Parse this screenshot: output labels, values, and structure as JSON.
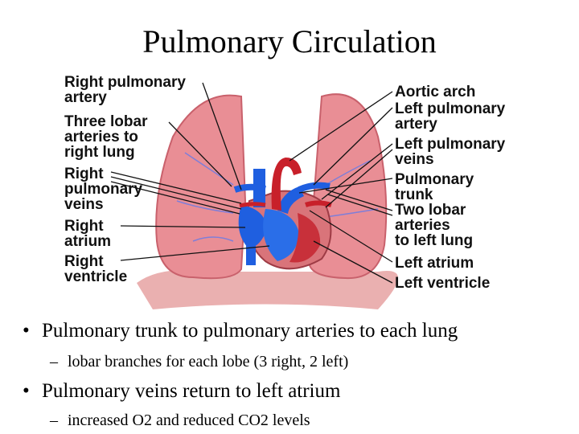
{
  "slide": {
    "title": "Pulmonary Circulation"
  },
  "figure": {
    "labels_left": [
      {
        "id": "right-pulmonary-artery",
        "lines": [
          "Right pulmonary",
          "artery"
        ]
      },
      {
        "id": "three-lobar-arteries",
        "lines": [
          "Three lobar",
          "arteries to",
          "right lung"
        ]
      },
      {
        "id": "right-pulmonary-veins",
        "lines": [
          "Right",
          "pulmonary",
          "veins"
        ]
      },
      {
        "id": "right-atrium",
        "lines": [
          "Right",
          "atrium"
        ]
      },
      {
        "id": "right-ventricle",
        "lines": [
          "Right",
          "ventricle"
        ]
      }
    ],
    "labels_right": [
      {
        "id": "aortic-arch",
        "lines": [
          "Aortic arch"
        ]
      },
      {
        "id": "left-pulmonary-artery",
        "lines": [
          "Left pulmonary",
          "artery"
        ]
      },
      {
        "id": "left-pulmonary-veins",
        "lines": [
          "Left pulmonary",
          "veins"
        ]
      },
      {
        "id": "pulmonary-trunk",
        "lines": [
          "Pulmonary",
          "trunk"
        ]
      },
      {
        "id": "two-lobar-arteries",
        "lines": [
          "Two lobar",
          "arteries",
          "to left lung"
        ]
      },
      {
        "id": "left-atrium",
        "lines": [
          "Left atrium"
        ]
      },
      {
        "id": "left-ventricle",
        "lines": [
          "Left ventricle"
        ]
      }
    ],
    "colors": {
      "lung": "#e98e95",
      "lung_dark": "#c9616c",
      "vein_blue": "#1f5fe0",
      "artery_red": "#c8202a",
      "diaphragm": "#eab0b0"
    }
  },
  "bullets": [
    {
      "marker": "•",
      "text": "Pulmonary trunk to pulmonary arteries to each lung",
      "sub": {
        "marker": "–",
        "text": "lobar branches for each lobe (3 right, 2 left)"
      }
    },
    {
      "marker": "•",
      "text": "Pulmonary veins return to left atrium",
      "sub": {
        "marker": "–",
        "text": "increased O2 and reduced CO2 levels"
      }
    }
  ]
}
